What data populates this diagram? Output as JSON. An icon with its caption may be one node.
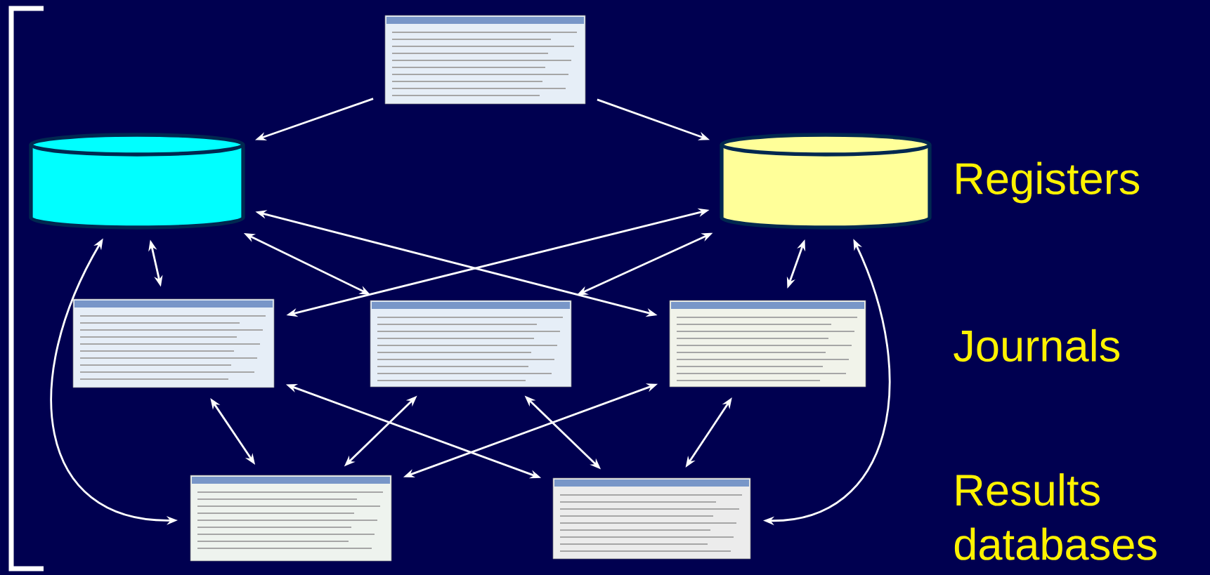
{
  "diagram": {
    "nodes": [
      {
        "text": [],
        "shape": "picture"
      },
      {
        "text": [],
        "shape": "cylinder"
      },
      {
        "text": [],
        "shape": "cylinder"
      },
      {
        "text": [],
        "shape": "picture"
      },
      {
        "text": [],
        "shape": "picture"
      },
      {
        "text": [],
        "shape": "picture"
      },
      {
        "text": [],
        "shape": "picture"
      },
      {
        "text": [],
        "shape": "picture"
      }
    ],
    "edges": [
      {
        "from": 0,
        "to": 1,
        "arrow": "to"
      },
      {
        "from": 0,
        "to": 2,
        "arrow": "to"
      },
      {
        "from": 1,
        "to": 3,
        "arrow": "both"
      },
      {
        "from": 1,
        "to": 4,
        "arrow": "both"
      },
      {
        "from": 1,
        "to": 5,
        "arrow": "both"
      },
      {
        "from": 2,
        "to": 3,
        "arrow": "both"
      },
      {
        "from": 2,
        "to": 4,
        "arrow": "both"
      },
      {
        "from": 2,
        "to": 5,
        "arrow": "both"
      },
      {
        "from": 1,
        "to": 6,
        "arrow": "both"
      },
      {
        "from": 2,
        "to": 7,
        "arrow": "both"
      },
      {
        "from": 3,
        "to": 6,
        "arrow": "both"
      },
      {
        "from": 3,
        "to": 7,
        "arrow": "both"
      },
      {
        "from": 4,
        "to": 6,
        "arrow": "both"
      },
      {
        "from": 4,
        "to": 7,
        "arrow": "both"
      },
      {
        "from": 5,
        "to": 6,
        "arrow": "both"
      },
      {
        "from": 5,
        "to": 7,
        "arrow": "both"
      }
    ],
    "labels": [
      "Registers",
      "Journals",
      "Results databases"
    ]
  }
}
